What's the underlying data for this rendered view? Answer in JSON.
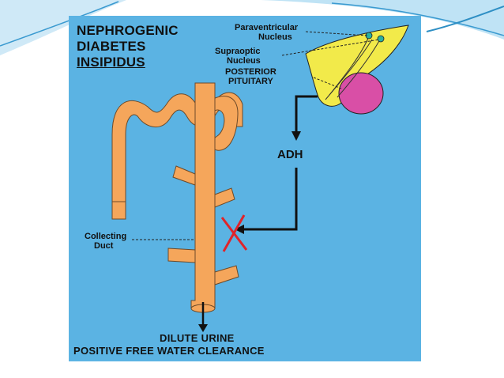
{
  "slide": {
    "title_lines": [
      "NEPHROGENIC",
      "DIABETES",
      "INSIPIDUS"
    ]
  },
  "labels": {
    "paraventricular": [
      "Paraventricular",
      "Nucleus"
    ],
    "supraoptic": [
      "Supraoptic",
      "Nucleus"
    ],
    "posterior_pituitary": [
      "POSTERIOR",
      "PITUITARY"
    ],
    "adh": "ADH",
    "collecting_duct": [
      "Collecting",
      "Duct"
    ],
    "bottom_lines": [
      "DILUTE URINE",
      "POSITIVE FREE WATER CLEARANCE"
    ]
  },
  "colors": {
    "panel_background": "#5bb3e3",
    "tubule": "#f5a65b",
    "hypothalamus": "#f2ea4a",
    "pituitary": "#d94fa6",
    "block_mark": "#e0242a",
    "slide_accent": "#2e8fc4"
  }
}
